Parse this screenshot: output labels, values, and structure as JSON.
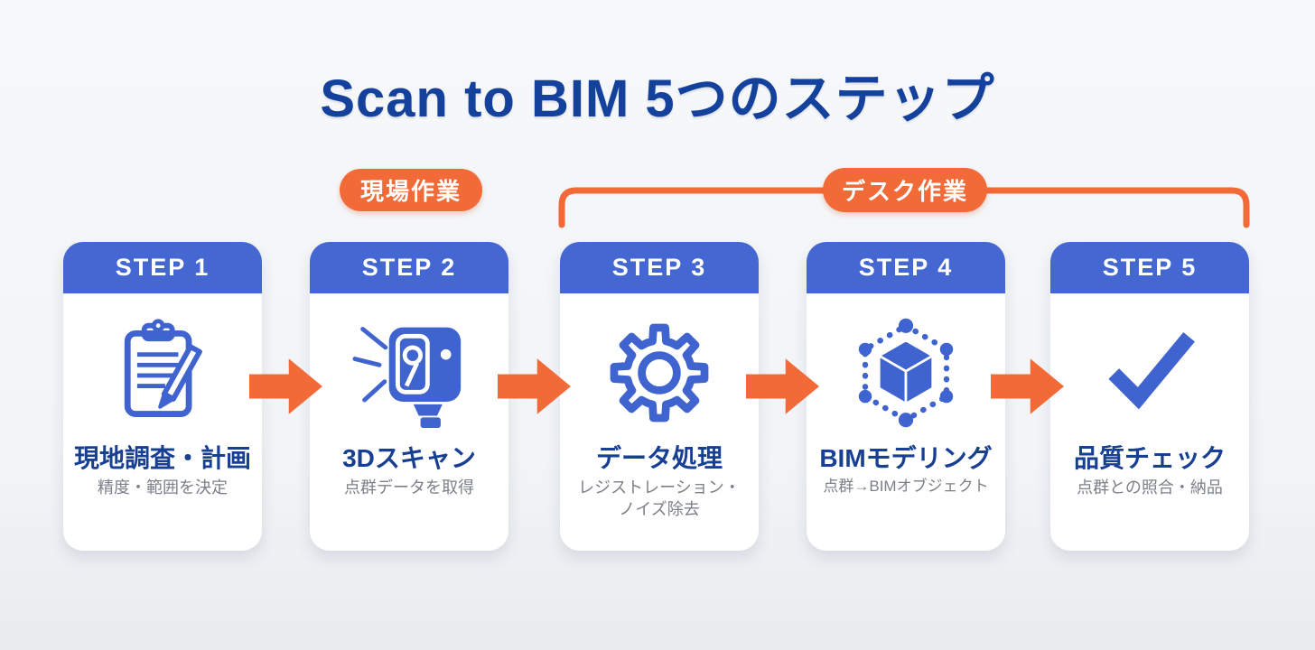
{
  "title": "Scan to BIM 5つのステップ",
  "badges": {
    "field": {
      "label": "現場作業"
    },
    "desk": {
      "label": "デスク作業"
    }
  },
  "steps": [
    {
      "step_label": "STEP 1",
      "icon": "clipboard-pencil-icon",
      "title": "現地調査・計画",
      "subtitle": "精度・範囲を決定"
    },
    {
      "step_label": "STEP 2",
      "icon": "laser-scanner-icon",
      "title": "3Dスキャン",
      "subtitle": "点群データを取得"
    },
    {
      "step_label": "STEP 3",
      "icon": "gear-icon",
      "title": "データ処理",
      "subtitle": "レジストレーション・ノイズ除去"
    },
    {
      "step_label": "STEP 4",
      "icon": "bim-cube-network-icon",
      "title": "BIMモデリング",
      "subtitle": "点群→BIMオブジェクト"
    },
    {
      "step_label": "STEP 5",
      "icon": "checkmark-icon",
      "title": "品質チェック",
      "subtitle": "点群との照合・納品"
    }
  ],
  "colors": {
    "background": "#f2f4f7",
    "navy_title": "#14419b",
    "card_header_blue": "#4467d1",
    "icon_blue": "#3f63cf",
    "arrow_orange": "#f26a38",
    "subtitle_gray": "#7b8089",
    "card_white": "#ffffff"
  }
}
